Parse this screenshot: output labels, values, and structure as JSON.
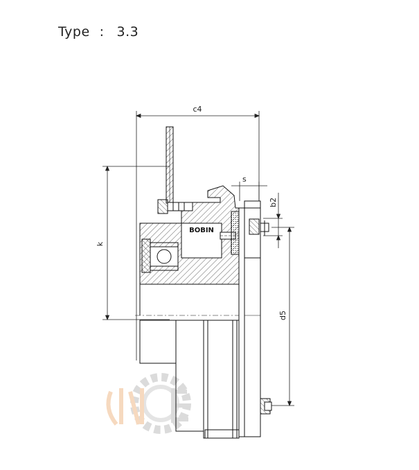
{
  "header": {
    "type_label": "Type",
    "separator": ":",
    "type_value": "3.3"
  },
  "dimensions": {
    "c4": "c4",
    "k": "k",
    "s": "s",
    "b2": "b2",
    "d5": "d5"
  },
  "part_labels": {
    "coil": "BOBIN"
  },
  "watermark": {
    "logo_icon": "gear-logo-icon"
  }
}
